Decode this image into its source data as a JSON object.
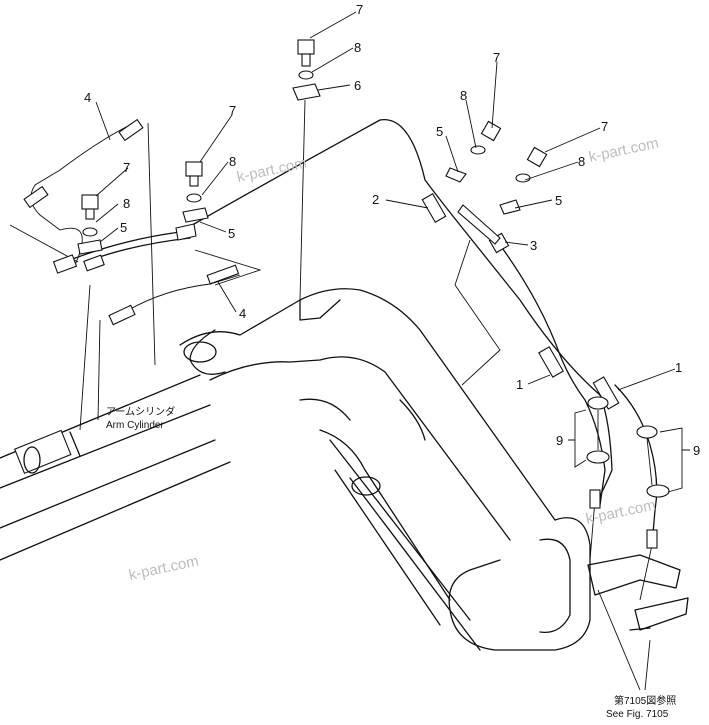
{
  "callouts": {
    "c1a": "1",
    "c1b": "1",
    "c2": "2",
    "c3": "3",
    "c4a": "4",
    "c4b": "4",
    "c5a": "5",
    "c5b": "5",
    "c5c": "5",
    "c5d": "5",
    "c6": "6",
    "c7a": "7",
    "c7b": "7",
    "c7c": "7",
    "c7d": "7",
    "c8a": "8",
    "c8b": "8",
    "c8c": "8",
    "c8d": "8",
    "c9a": "9",
    "c9b": "9"
  },
  "labels": {
    "arm_cylinder_jp": "アームシリンダ",
    "arm_cylinder_en": "Arm Cylinder",
    "see_fig_jp": "第7105図参照",
    "see_fig_en": "See Fig. 7105"
  },
  "watermark": {
    "text1": "k-part.com",
    "text2": "k-part.com",
    "text3": "k-part.com",
    "text4": "k-part.com"
  }
}
